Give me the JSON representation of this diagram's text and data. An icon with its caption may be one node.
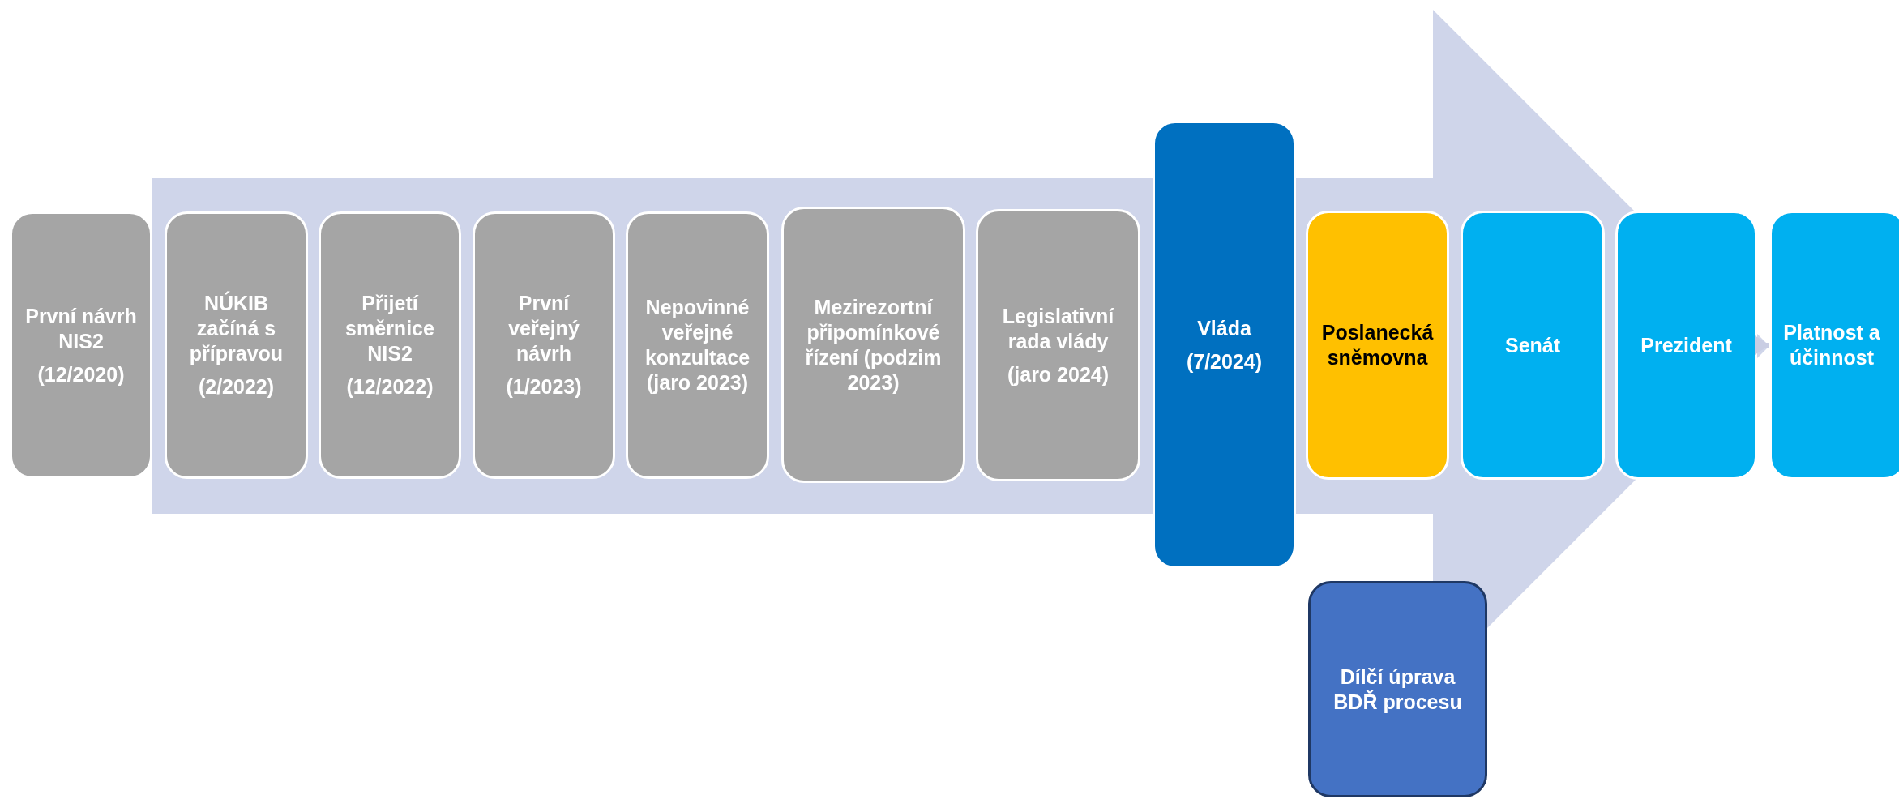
{
  "diagram": {
    "nodes": [
      {
        "text": [
          "První návrh NIS2",
          "(12/2020)"
        ]
      },
      {
        "text": [
          "NÚKIB začíná s přípravou",
          "(2/2022)"
        ]
      },
      {
        "text": [
          "Přijetí směrnice NIS2",
          "(12/2022)"
        ]
      },
      {
        "text": [
          "První veřejný návrh",
          "(1/2023)"
        ]
      },
      {
        "text": [
          "Nepovinné veřejné konzultace (jaro 2023)"
        ]
      },
      {
        "text": [
          "Mezirezortní připomínkové řízení (podzim 2023)"
        ]
      },
      {
        "text": [
          "Legislativní rada vlády",
          "(jaro 2024)"
        ]
      },
      {
        "text": [
          "Vláda",
          "(7/2024)"
        ]
      },
      {
        "text": [
          "Poslanecká sněmovna"
        ]
      },
      {
        "text": [
          "Senát"
        ]
      },
      {
        "text": [
          "Prezident"
        ]
      },
      {
        "text": [
          "Platnost a účinnost"
        ]
      },
      {
        "text": [
          "Dílčí úprava BDŘ procesu"
        ]
      }
    ],
    "edges": [
      {
        "from": 0,
        "to": 11,
        "arrow": "to",
        "style": "thick",
        "color": "#cfd5ea"
      },
      {
        "from": 10,
        "to": 11,
        "arrow": "to"
      }
    ]
  }
}
